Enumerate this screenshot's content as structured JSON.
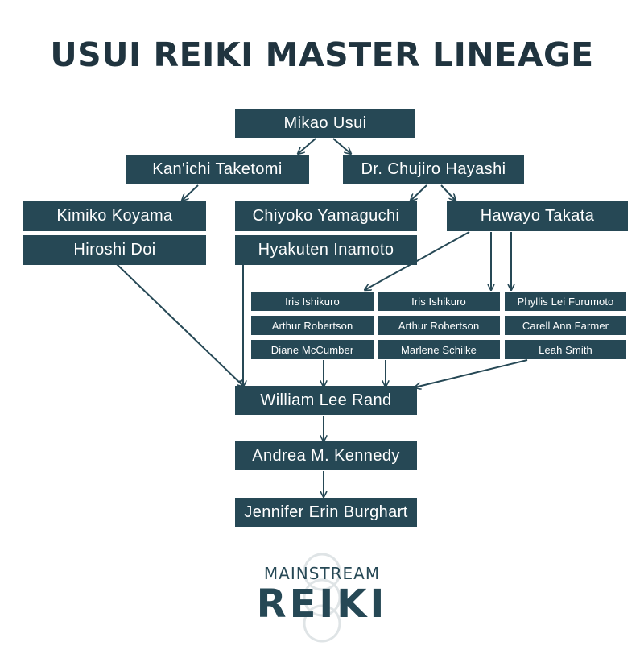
{
  "title": "USUI REIKI MASTER LINEAGE",
  "nodes": {
    "usui": "Mikao Usui",
    "taketomi": "Kan'ichi Taketomi",
    "hayashi": "Dr. Chujiro Hayashi",
    "koyama": "Kimiko Koyama",
    "doi": "Hiroshi Doi",
    "yamaguchi": "Chiyoko Yamaguchi",
    "inamoto": "Hyakuten Inamoto",
    "takata": "Hawayo Takata",
    "ishikuro_1": "Iris Ishikuro",
    "robertson_1": "Arthur Robertson",
    "mccumber": "Diane McCumber",
    "ishikuro_2": "Iris Ishikuro",
    "robertson_2": "Arthur Robertson",
    "schilke": "Marlene Schilke",
    "furumoto": "Phyllis Lei Furumoto",
    "farmer": "Carell Ann Farmer",
    "smith": "Leah Smith",
    "rand": "William Lee Rand",
    "kennedy": "Andrea M. Kennedy",
    "burghart": "Jennifer Erin Burghart"
  },
  "logo": {
    "line1": "MAINSTREAM",
    "line2": "REIKI"
  },
  "colors": {
    "box": "#264855",
    "title": "#20343f",
    "text_on_box": "#ffffff",
    "logo": "#264855"
  }
}
